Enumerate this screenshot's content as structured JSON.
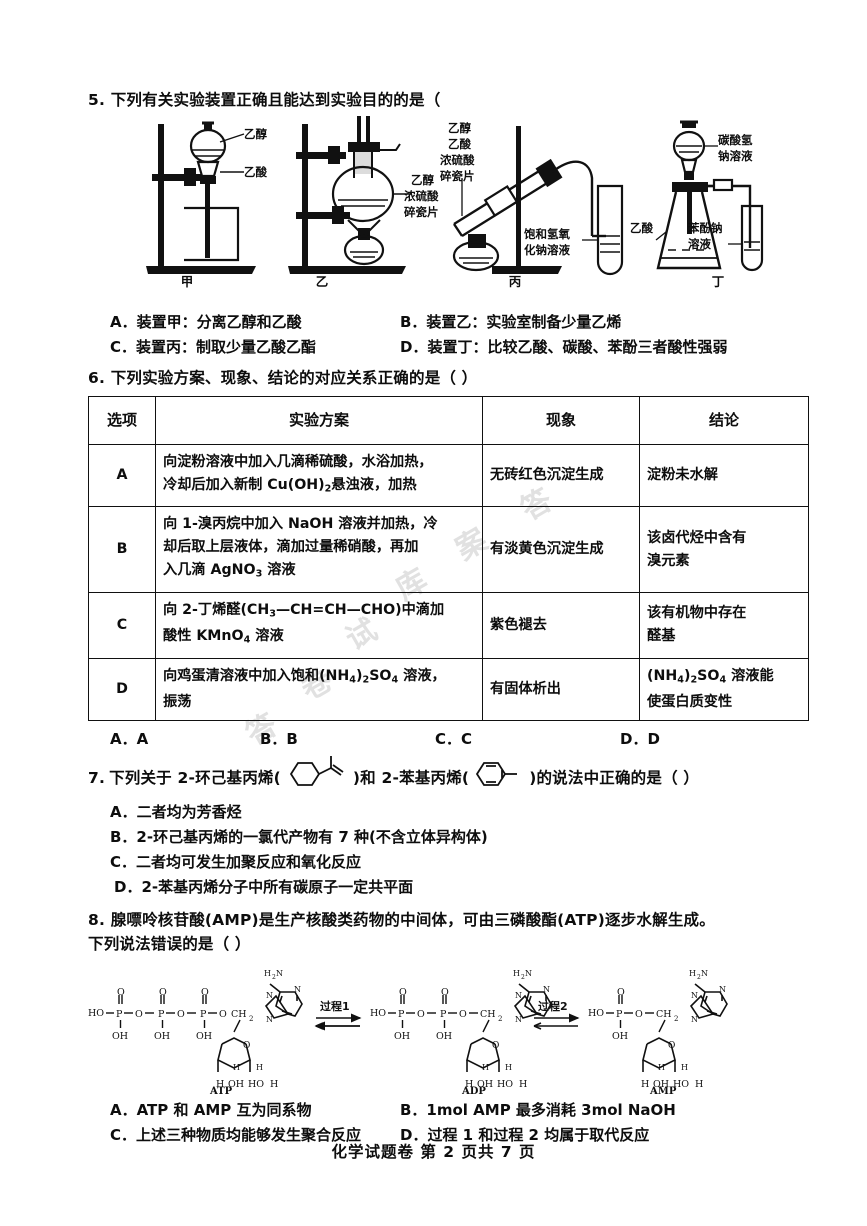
{
  "document": {
    "footer": "化学试题卷    第 2 页共 7 页"
  },
  "q5": {
    "number": "5.",
    "stem": "下列有关实验装置正确且能达到实验目的的是（",
    "apparatus": [
      {
        "caption": "甲",
        "labels": [
          "乙醇",
          "乙酸"
        ]
      },
      {
        "caption": "乙",
        "labels": [
          "乙醇",
          "浓硫酸",
          "碎瓷片"
        ]
      },
      {
        "caption": "丙",
        "labels": [
          "乙醇",
          "乙酸",
          "浓硫酸",
          "碎瓷片",
          "饱和氢氧",
          "化钠溶液"
        ]
      },
      {
        "caption": "丁",
        "labels": [
          "碳酸氢",
          "钠溶液",
          "乙酸",
          "苯酚钠",
          "溶液"
        ]
      }
    ],
    "options": [
      "A．装置甲：分离乙醇和乙酸",
      "B．装置乙：实验室制备少量乙烯",
      "C．装置丙：制取少量乙酸乙酯",
      "D．装置丁：比较乙酸、碳酸、苯酚三者酸性强弱"
    ]
  },
  "q6": {
    "number": "6.",
    "stem": "下列实验方案、现象、结论的对应关系正确的是（      ）",
    "headers": [
      "选项",
      "实验方案",
      "现象",
      "结论"
    ],
    "rows": [
      {
        "option": "A",
        "plan_l1": "向淀粉溶液中加入几滴稀硫酸，水浴加热，",
        "plan_l2_a": "冷却后加入新制 Cu(OH)",
        "plan_l2_sub": "2",
        "plan_l2_b": "悬浊液，加热",
        "phenomenon": "无砖红色沉淀生成",
        "conclusion": "淀粉未水解"
      },
      {
        "option": "B",
        "plan_l1": "向 1-溴丙烷中加入 NaOH 溶液并加热，冷",
        "plan_l2": "却后取上层液体，滴加过量稀硝酸，再加",
        "plan_l3_a": "入几滴 AgNO",
        "plan_l3_sub": "3",
        "plan_l3_b": " 溶液",
        "phenomenon": "有淡黄色沉淀生成",
        "conclusion_l1": "该卤代烃中含有",
        "conclusion_l2": "溴元素"
      },
      {
        "option": "C",
        "plan_l1_a": "向 2-丁烯醛(CH",
        "plan_l1_sub": "3",
        "plan_l1_b": "—CH=CH—CHO)中滴加",
        "plan_l2_a": "酸性 KMnO",
        "plan_l2_sub": "4",
        "plan_l2_b": " 溶液",
        "phenomenon": "紫色褪去",
        "conclusion_l1": "该有机物中存在",
        "conclusion_l2": "醛基"
      },
      {
        "option": "D",
        "plan_l1_a": "向鸡蛋清溶液中加入饱和(NH",
        "plan_l1_sub1": "4",
        "plan_l1_m": ")",
        "plan_l1_sub2": "2",
        "plan_l1_b": "SO",
        "plan_l1_sub3": "4",
        "plan_l1_c": " 溶液，",
        "plan_l2": "振荡",
        "phenomenon": "有固体析出",
        "conclusion_l1_a": "(NH",
        "conclusion_sub1": "4",
        "conclusion_l1_m": ")",
        "conclusion_sub2": "2",
        "conclusion_l1_b": "SO",
        "conclusion_sub3": "4",
        "conclusion_l1_c": " 溶液能",
        "conclusion_l2": "使蛋白质变性"
      }
    ],
    "answers": [
      "A．A",
      "B．B",
      "C．C",
      "D．D"
    ]
  },
  "q7": {
    "number": "7.",
    "stem_a": "下列关于 2-环己基丙烯(",
    "stem_b": ")和 2-苯基丙烯(",
    "stem_c": ")的说法中正确的是（      ）",
    "options": [
      "A．二者均为芳香烃",
      "B．2-环己基丙烯的一氯代产物有 7 种(不含立体异构体)",
      "C．二者均可发生加聚反应和氧化反应",
      "D．2-苯基丙烯分子中所有碳原子一定共平面"
    ]
  },
  "q8": {
    "number": "8.",
    "stem_l1": "腺嘌呤核苷酸(AMP)是生产核酸类药物的中间体，可由三磷酸酯(ATP)逐步水解生成。",
    "stem_l2": "下列说法错误的是（      ）",
    "scheme": {
      "molecules": [
        "ATP",
        "ADP",
        "AMP"
      ],
      "arrows": [
        "过程1",
        "过程2"
      ],
      "atom_labels": [
        "HO",
        "O",
        "P",
        "OH",
        "CH",
        "H",
        "N",
        "H N",
        "H OH HO H"
      ]
    },
    "options": [
      "A．ATP 和 AMP 互为同系物",
      "B．1mol AMP 最多消耗 3mol NaOH",
      "C．上述三种物质均能够发生聚合反应",
      "D．过程 1 和过程 2 均属于取代反应"
    ]
  },
  "watermarks": [
    "试",
    "卷",
    "答",
    "案",
    "库"
  ]
}
